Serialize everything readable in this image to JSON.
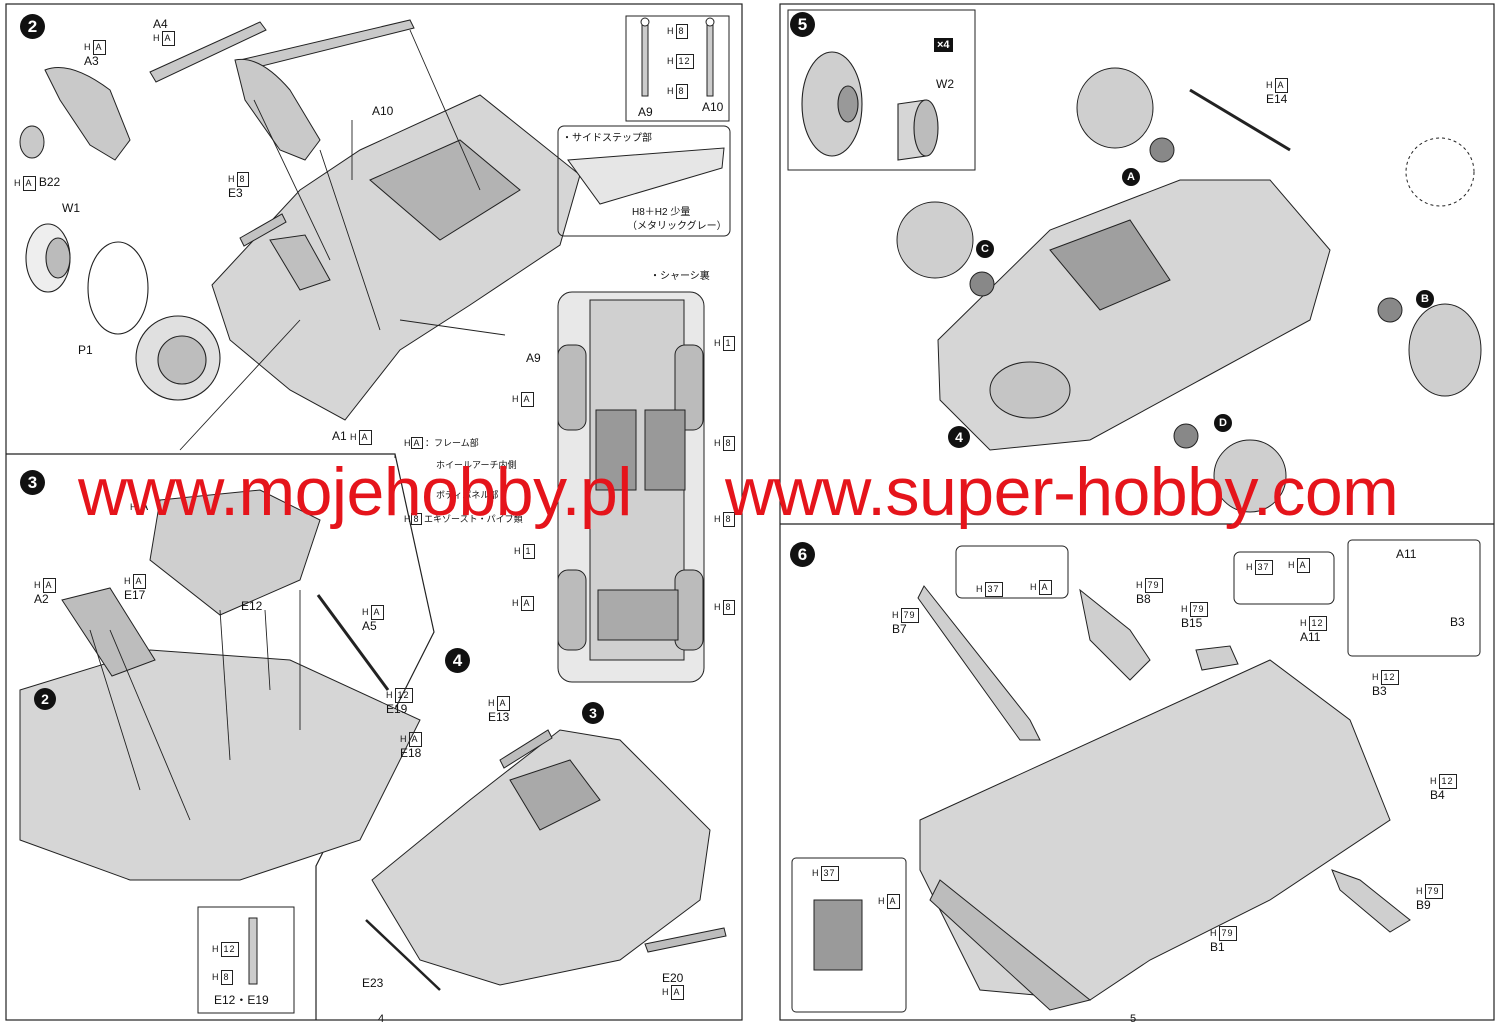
{
  "pages": [
    {
      "id": "left",
      "page_number": "4",
      "steps": [
        {
          "number": "2"
        },
        {
          "number": "3"
        },
        {
          "number": "4"
        }
      ],
      "parts_step2": [
        {
          "id": "A4",
          "code": "H",
          "color": "A"
        },
        {
          "id": "A3",
          "code": "H",
          "color": "A"
        },
        {
          "id": "B22",
          "code": "H",
          "color": "A"
        },
        {
          "id": "W1"
        },
        {
          "id": "E3",
          "code": "H",
          "color": "8"
        },
        {
          "id": "A10"
        },
        {
          "id": "P1"
        },
        {
          "id": "A1",
          "code": "H",
          "color": "A"
        },
        {
          "id": "A9"
        }
      ],
      "inset_a9_a10": {
        "codes": [
          "8",
          "12",
          "8"
        ],
        "labels": [
          "A9",
          "A10"
        ]
      },
      "side_step_inset": {
        "title": "・サイドステップ部",
        "paint_note": "H8＋H2 少量",
        "paint_sub": "（メタリックグレー）",
        "paint_codes": [
          "8",
          "2"
        ]
      },
      "chassis_view": {
        "title": "・シャーシ裏",
        "callouts": [
          {
            "code": "H",
            "color": "1"
          },
          {
            "code": "H",
            "color": "A"
          },
          {
            "code": "H",
            "color": "8"
          },
          {
            "code": "H",
            "color": "8"
          },
          {
            "code": "H",
            "color": "1"
          },
          {
            "code": "H",
            "color": "A"
          },
          {
            "code": "H",
            "color": "8"
          }
        ]
      },
      "legend": [
        {
          "code": "H",
          "color": "A",
          "text": "：フレーム部"
        },
        {
          "code": "",
          "color": "",
          "text": "ホイールアーチ内側"
        },
        {
          "code": "",
          "color": "",
          "text": "ボディパネル部"
        },
        {
          "code": "H",
          "color": "8",
          "text": "エキゾースト・パイプ類"
        }
      ],
      "parts_step3": [
        {
          "id": "A",
          "code": "H",
          "color": "A"
        },
        {
          "id": "A2",
          "code": "H",
          "color": "A"
        },
        {
          "id": "E17",
          "code": "H",
          "color": "A"
        },
        {
          "id": "E12"
        },
        {
          "id": "A5",
          "code": "H",
          "color": "A"
        },
        {
          "id": "E19",
          "code": "H",
          "color": "12"
        },
        {
          "id": "E18",
          "code": "H",
          "color": "A"
        }
      ],
      "sub_ref_step3": "2",
      "inset_e12_e19": {
        "codes": [
          "12",
          "8"
        ],
        "label": "E12・E19"
      },
      "parts_step4": [
        {
          "id": "E13",
          "code": "H",
          "color": "A"
        },
        {
          "id": "E23"
        },
        {
          "id": "E20",
          "code": "H",
          "color": "A"
        }
      ],
      "sub_ref_step4": "3"
    },
    {
      "id": "right",
      "page_number": "5",
      "steps": [
        {
          "number": "5"
        },
        {
          "number": "6"
        }
      ],
      "step5_inset": {
        "multiplier": "×4",
        "part": "W2"
      },
      "parts_step5": [
        {
          "id": "E14",
          "code": "H",
          "color": "A"
        }
      ],
      "markers_step5": [
        "A",
        "B",
        "C",
        "D"
      ],
      "sub_ref_step5": "4",
      "parts_step6": [
        {
          "id": "B7",
          "code": "H",
          "color": "79"
        },
        {
          "id": "B8",
          "code": "H",
          "color": "79"
        },
        {
          "id": "B15",
          "code": "H",
          "color": "79"
        },
        {
          "id": "A11",
          "code": "H",
          "color": "12"
        },
        {
          "id": "B3",
          "code": "H",
          "color": "12"
        },
        {
          "id": "B4",
          "code": "H",
          "color": "12"
        },
        {
          "id": "B9",
          "code": "H",
          "color": "79"
        },
        {
          "id": "B1",
          "code": "H",
          "color": "79"
        }
      ],
      "inset_door_left": {
        "codes": [
          "37",
          "A"
        ]
      },
      "inset_door_right": {
        "codes": [
          "37",
          "A"
        ]
      },
      "inset_console": {
        "labels": [
          "A11",
          "B3"
        ]
      },
      "inset_shifter": {
        "codes": [
          "37",
          "A"
        ]
      }
    }
  ],
  "watermarks": [
    "www.mojehobby.pl",
    "www.super-hobby.com"
  ],
  "colors": {
    "watermark": "#e5141b",
    "ink": "#111111",
    "panel_fill": "#d6d6d6"
  }
}
